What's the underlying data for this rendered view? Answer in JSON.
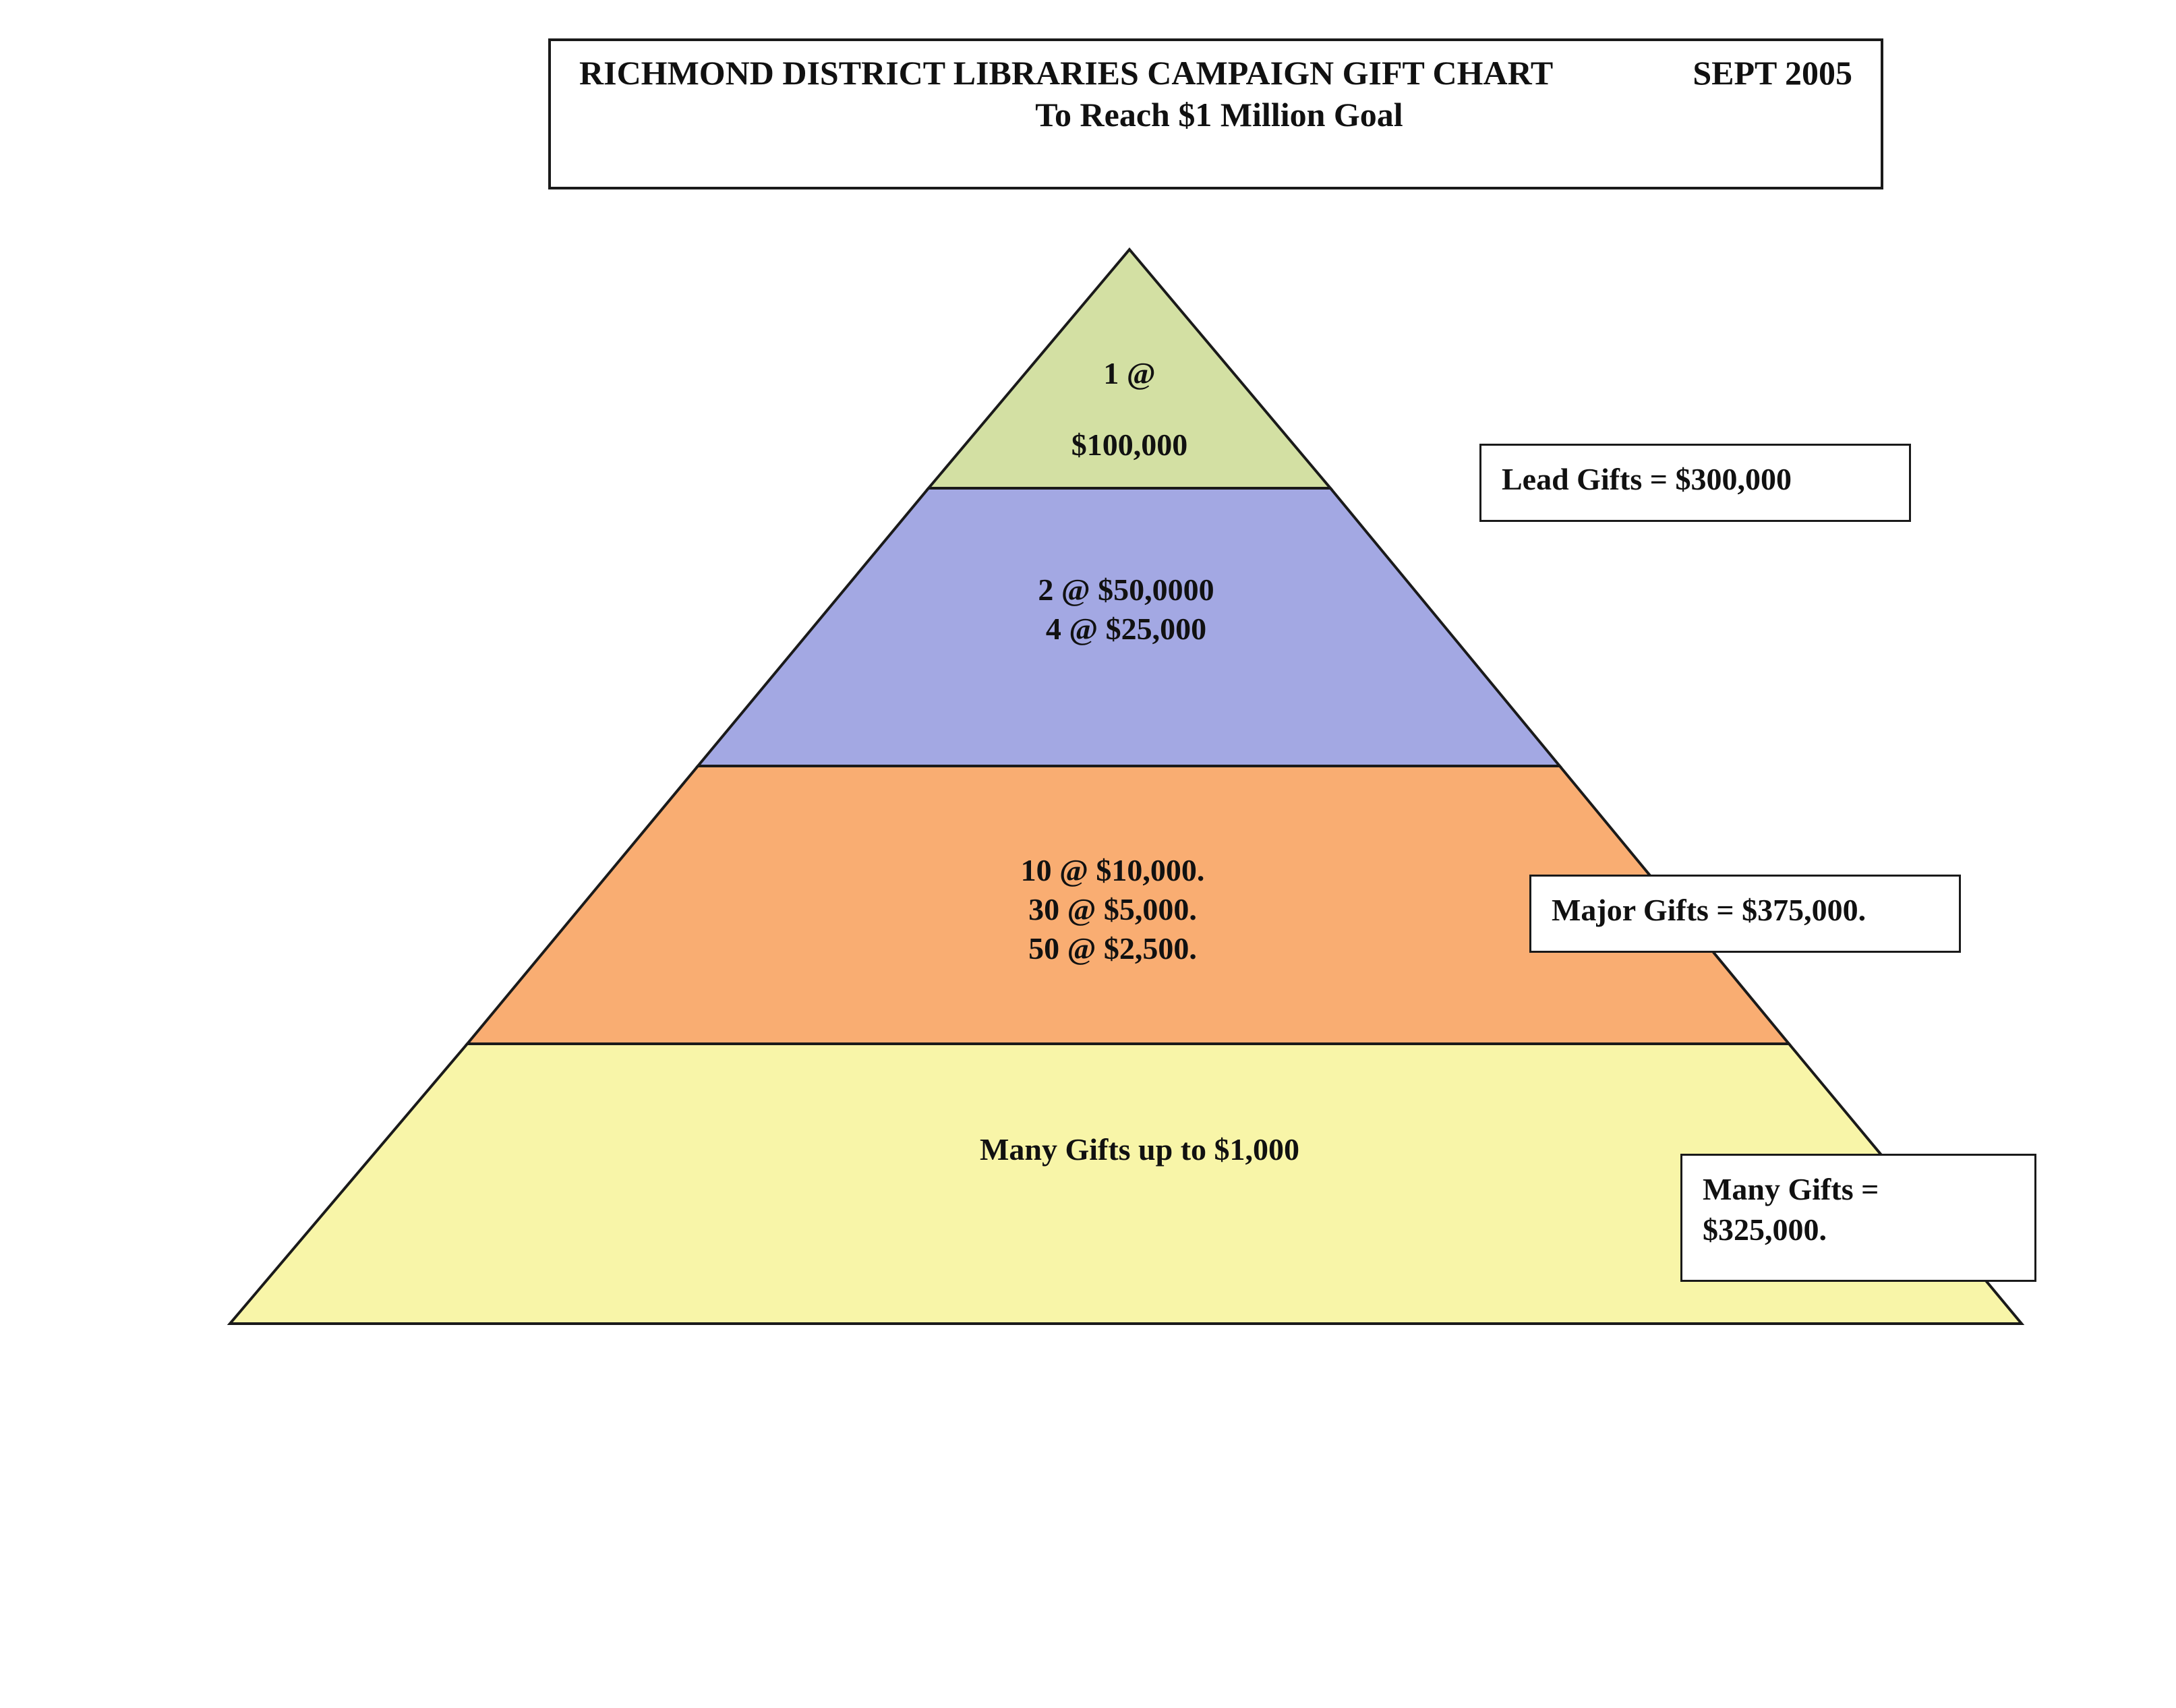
{
  "header": {
    "title": "RICHMOND DISTRICT LIBRARIES CAMPAIGN GIFT CHART",
    "date": "SEPT 2005",
    "subtitle": "To Reach $1 Million Goal"
  },
  "pyramid": {
    "colors": {
      "tier_1": "#d3e0a3",
      "tier_2": "#a3a8e3",
      "tier_3": "#f9ad72",
      "tier_4": "#f8f5a8",
      "outline": "#1a1a1a"
    },
    "tier_1": {
      "lines": [
        "1 @",
        "$100,000"
      ]
    },
    "tier_2": {
      "lines": [
        "2 @  $50,0000",
        "4 @   $25,000"
      ]
    },
    "tier_3": {
      "lines": [
        "10 @ $10,000.",
        "30 @ $5,000.",
        "50 @ $2,500."
      ]
    },
    "tier_4": {
      "lines": [
        "Many Gifts  up to $1,000"
      ]
    }
  },
  "totals": {
    "lead": "Lead Gifts = $300,000",
    "major": "Major Gifts = $375,000.",
    "many_line1": "Many Gifts =",
    "many_line2": "$325,000."
  }
}
